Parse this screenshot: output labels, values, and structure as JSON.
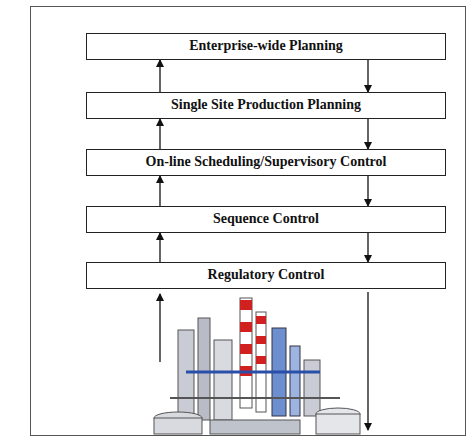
{
  "diagram": {
    "nodes": [
      {
        "text": [
          "Enterprise-wide Planning"
        ]
      },
      {
        "text": [
          "Single Site Production Planning"
        ]
      },
      {
        "text": [
          "On-line Scheduling/Supervisory Control"
        ]
      },
      {
        "text": [
          "Sequence Control"
        ]
      },
      {
        "text": [
          "Regulatory Control"
        ]
      }
    ],
    "edges": [
      {
        "from": 0,
        "to": 1,
        "arrow": "to"
      },
      {
        "from": 1,
        "to": 0,
        "arrow": "to"
      },
      {
        "from": 1,
        "to": 2,
        "arrow": "to"
      },
      {
        "from": 2,
        "to": 1,
        "arrow": "to"
      },
      {
        "from": 2,
        "to": 3,
        "arrow": "to"
      },
      {
        "from": 3,
        "to": 2,
        "arrow": "to"
      },
      {
        "from": 3,
        "to": 4,
        "arrow": "to"
      },
      {
        "from": 4,
        "to": 3,
        "arrow": "to"
      }
    ]
  }
}
